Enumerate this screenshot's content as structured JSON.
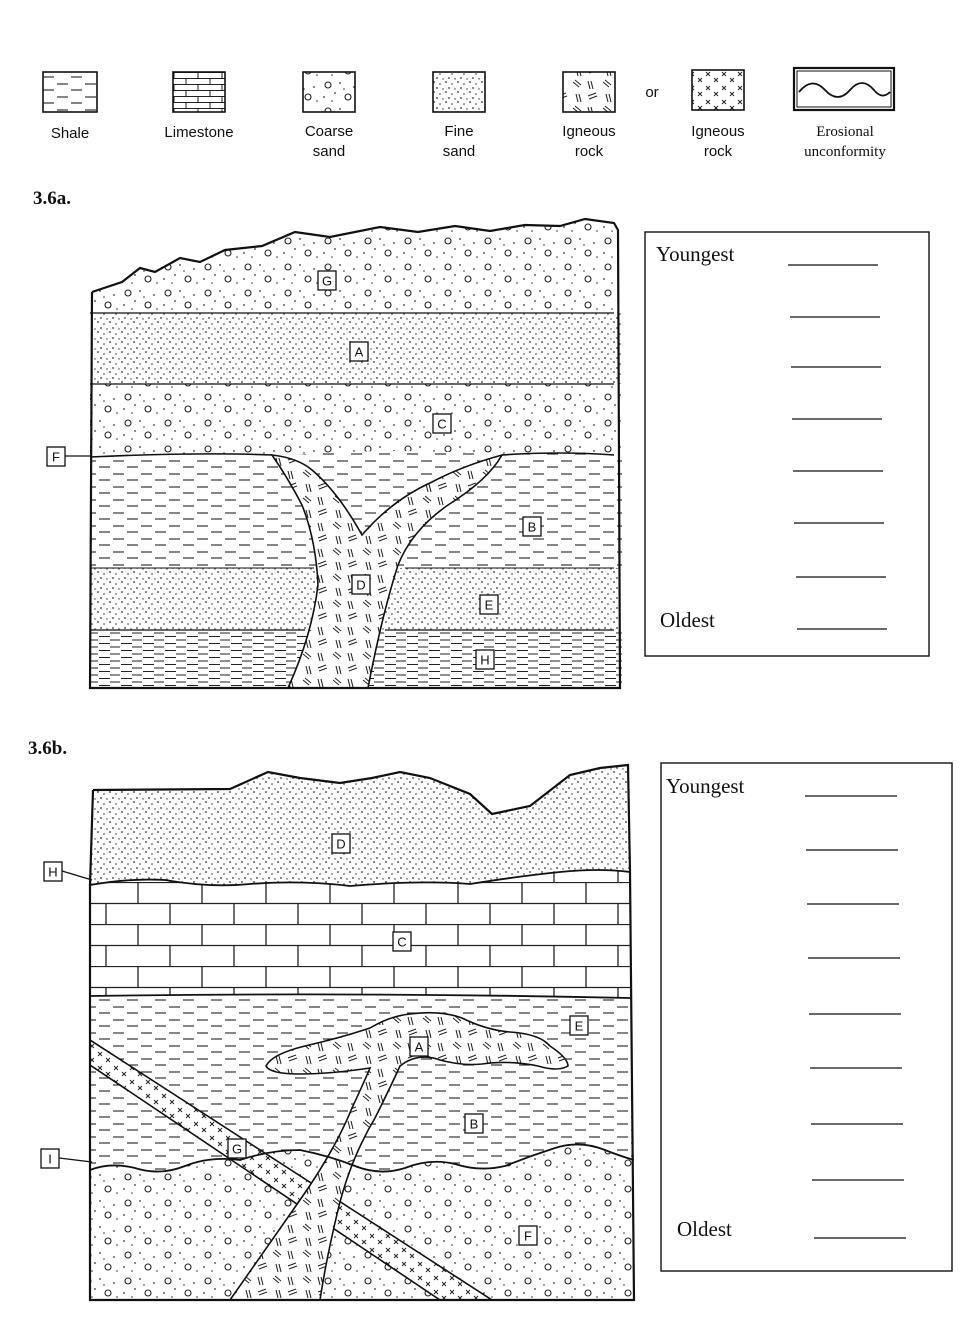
{
  "legend": {
    "items": [
      {
        "id": "shale",
        "label_1": "Shale",
        "label_2": ""
      },
      {
        "id": "limestone",
        "label_1": "Limestone",
        "label_2": ""
      },
      {
        "id": "coarse_sand",
        "label_1": "Coarse",
        "label_2": "sand"
      },
      {
        "id": "fine_sand",
        "label_1": "Fine",
        "label_2": "sand"
      },
      {
        "id": "igneous_1",
        "label_1": "Igneous",
        "label_2": "rock"
      },
      {
        "id": "igneous_2",
        "label_1": "Igneous",
        "label_2": "rock"
      },
      {
        "id": "unconformity",
        "label_1": "Erosional",
        "label_2": "unconformity"
      }
    ],
    "or_text": "or"
  },
  "section_a": {
    "title": "3.6a.",
    "labels": {
      "G": "G",
      "A": "A",
      "C": "C",
      "F": "F",
      "B": "B",
      "D": "D",
      "E": "E",
      "H": "H"
    },
    "answer_box": {
      "youngest": "Youngest",
      "oldest": "Oldest",
      "blank_count": 8
    }
  },
  "section_b": {
    "title": "3.6b.",
    "labels": {
      "D": "D",
      "H": "H",
      "C": "C",
      "E": "E",
      "A": "A",
      "B": "B",
      "G": "G",
      "I": "I",
      "F": "F"
    },
    "answer_box": {
      "youngest": "Youngest",
      "oldest": "Oldest",
      "blank_count": 9
    }
  }
}
